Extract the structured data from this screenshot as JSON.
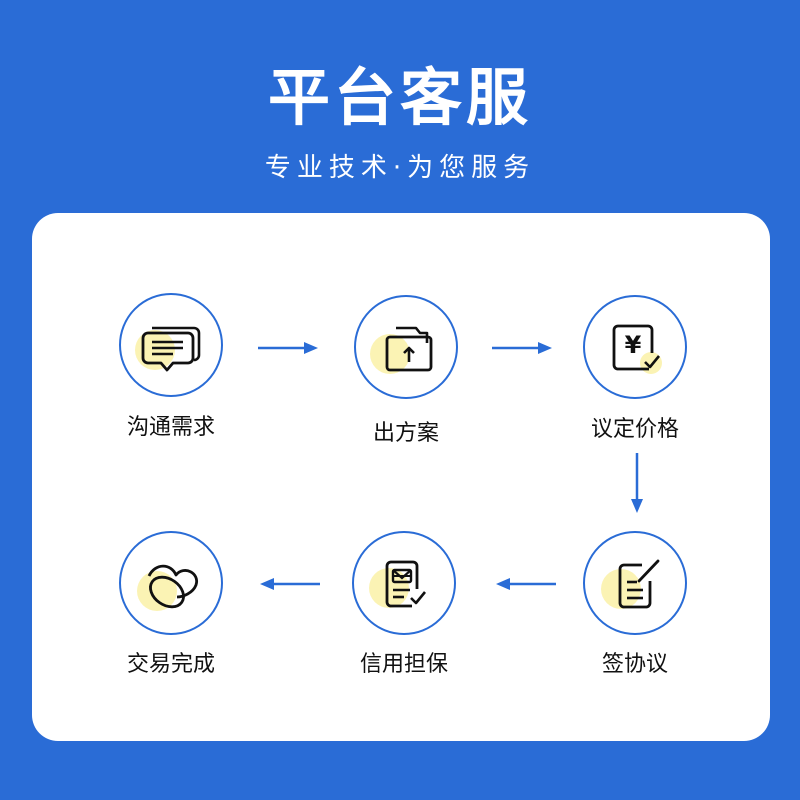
{
  "header": {
    "title": "平台客服",
    "subtitle": "专业技术·为您服务"
  },
  "colors": {
    "background": "#2a6cd6",
    "card": "#ffffff",
    "accent_blue": "#2a6cd6",
    "highlight_yellow": "#fbf3b4",
    "icon_stroke": "#111111"
  },
  "steps": [
    {
      "label": "沟通需求",
      "icon": "chat-bubbles-icon"
    },
    {
      "label": "出方案",
      "icon": "folder-upload-icon"
    },
    {
      "label": "议定价格",
      "icon": "price-document-icon"
    },
    {
      "label": "签协议",
      "icon": "sign-document-icon"
    },
    {
      "label": "信用担保",
      "icon": "guarantee-document-icon"
    },
    {
      "label": "交易完成",
      "icon": "handshake-icon"
    }
  ]
}
